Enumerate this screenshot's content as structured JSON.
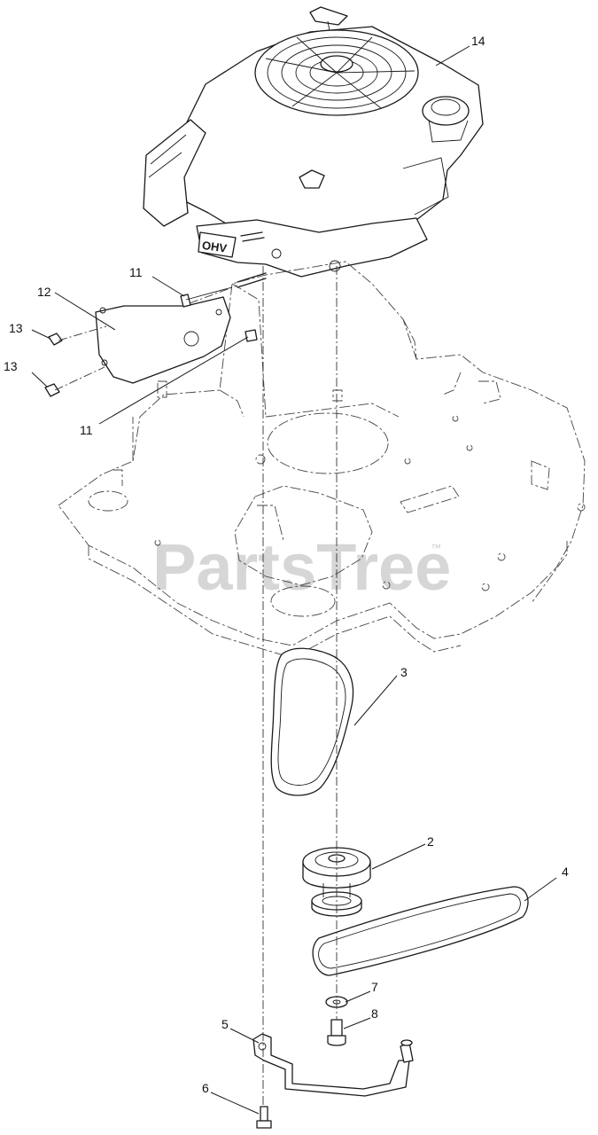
{
  "diagram": {
    "callouts": [
      {
        "id": "c14",
        "label": "14"
      },
      {
        "id": "c11a",
        "label": "11"
      },
      {
        "id": "c12",
        "label": "12"
      },
      {
        "id": "c13a",
        "label": "13"
      },
      {
        "id": "c13b",
        "label": "13"
      },
      {
        "id": "c11b",
        "label": "11"
      },
      {
        "id": "c3",
        "label": "3"
      },
      {
        "id": "c2",
        "label": "2"
      },
      {
        "id": "c4",
        "label": "4"
      },
      {
        "id": "c7",
        "label": "7"
      },
      {
        "id": "c8",
        "label": "8"
      },
      {
        "id": "c5",
        "label": "5"
      },
      {
        "id": "c6",
        "label": "6"
      }
    ],
    "engine_badge": "OHV",
    "watermark": "PartsTree",
    "watermark_tm": "™"
  }
}
